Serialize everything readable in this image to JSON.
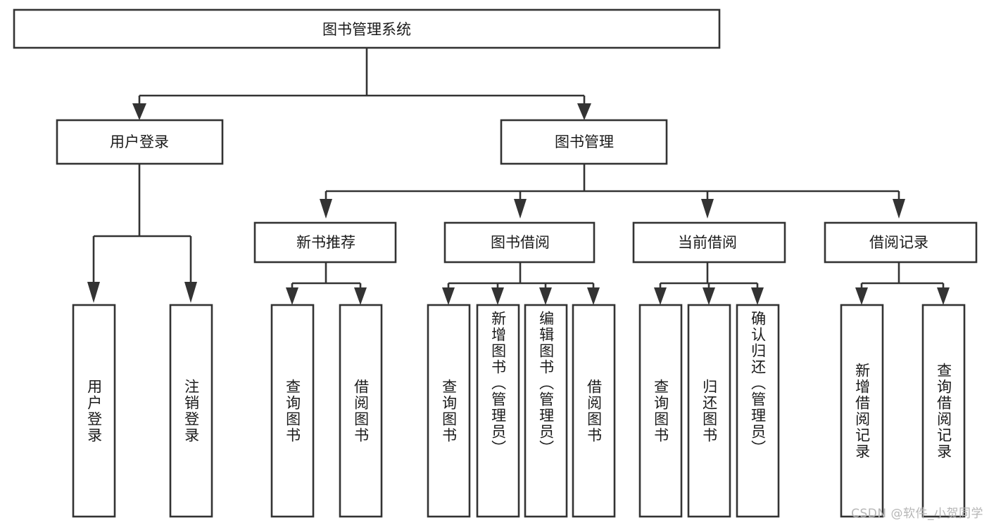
{
  "diagram": {
    "type": "tree",
    "title": "图书管理系统",
    "orientation": "top-down",
    "root": {
      "id": "root",
      "label": "图书管理系统"
    },
    "level2": [
      {
        "id": "user-login",
        "label": "用户登录"
      },
      {
        "id": "book-manage",
        "label": "图书管理"
      }
    ],
    "level3": [
      {
        "id": "new-book-rec",
        "label": "新书推荐",
        "parent": "book-manage"
      },
      {
        "id": "book-borrow",
        "label": "图书借阅",
        "parent": "book-manage"
      },
      {
        "id": "current-borrow",
        "label": "当前借阅",
        "parent": "book-manage"
      },
      {
        "id": "borrow-record",
        "label": "借阅记录",
        "parent": "book-manage"
      }
    ],
    "leaves": [
      {
        "id": "leaf-user-login",
        "label": "用户登录",
        "parent": "user-login"
      },
      {
        "id": "leaf-logout-login",
        "label": "注销登录",
        "parent": "user-login"
      },
      {
        "id": "leaf-query-book-1",
        "label": "查询图书",
        "parent": "new-book-rec"
      },
      {
        "id": "leaf-borrow-book-1",
        "label": "借阅图书",
        "parent": "new-book-rec"
      },
      {
        "id": "leaf-query-book-2",
        "label": "查询图书",
        "parent": "book-borrow"
      },
      {
        "id": "leaf-add-book",
        "label": "新增图书（管理员）",
        "parent": "book-borrow"
      },
      {
        "id": "leaf-edit-book",
        "label": "编辑图书（管理员）",
        "parent": "book-borrow"
      },
      {
        "id": "leaf-borrow-book-2",
        "label": "借阅图书",
        "parent": "book-borrow"
      },
      {
        "id": "leaf-query-book-3",
        "label": "查询图书",
        "parent": "current-borrow"
      },
      {
        "id": "leaf-return-book",
        "label": "归还图书",
        "parent": "current-borrow"
      },
      {
        "id": "leaf-confirm-return",
        "label": "确认归还（管理员）",
        "parent": "current-borrow"
      },
      {
        "id": "leaf-add-record",
        "label": "新增借阅记录",
        "parent": "borrow-record"
      },
      {
        "id": "leaf-query-record",
        "label": "查询借阅记录",
        "parent": "borrow-record"
      }
    ],
    "colors": {
      "stroke": "#333333",
      "box_fill": "#ffffff",
      "text": "#1a1a1a",
      "background": "#ffffff",
      "watermark": "#b6b6b6"
    }
  },
  "watermark": {
    "text": "CSDN @软件_小贺同学"
  }
}
